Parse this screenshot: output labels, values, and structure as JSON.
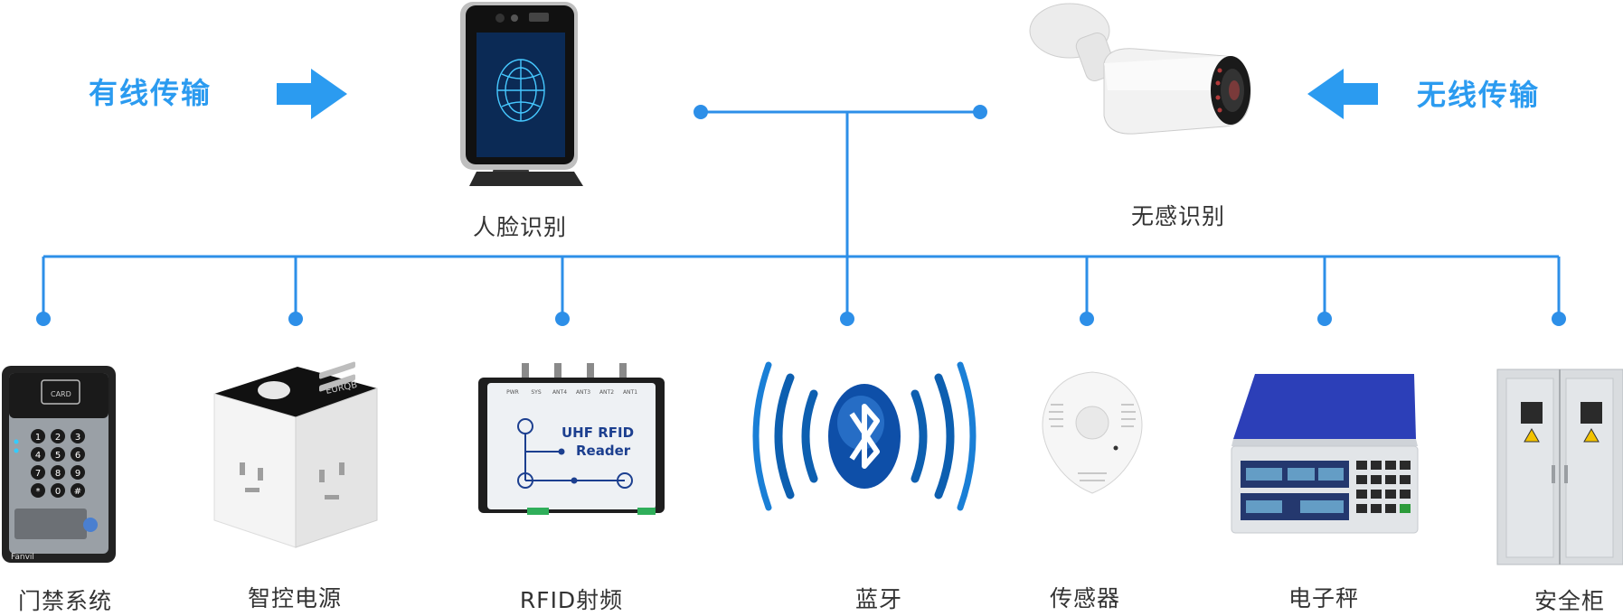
{
  "colors": {
    "accent": "#2b9bf0",
    "line": "#2d8fe8",
    "text": "#333333"
  },
  "transmission": {
    "wired_label": "有线传输",
    "wireless_label": "无线传输"
  },
  "top_devices": [
    {
      "id": "face",
      "label": "人脸识别",
      "icon": "face-recognition-terminal-icon"
    },
    {
      "id": "camera",
      "label": "无感识别",
      "icon": "bullet-camera-icon"
    }
  ],
  "bottom_devices": [
    {
      "id": "access",
      "label": "门禁系统",
      "icon": "access-control-keypad-icon"
    },
    {
      "id": "power",
      "label": "智控电源",
      "icon": "smart-power-cube-icon"
    },
    {
      "id": "rfid",
      "label": "RFID射频",
      "icon": "rfid-reader-icon"
    },
    {
      "id": "bt",
      "label": "蓝牙",
      "icon": "bluetooth-icon"
    },
    {
      "id": "sensor",
      "label": "传感器",
      "icon": "sensor-icon"
    },
    {
      "id": "scale",
      "label": "电子秤",
      "icon": "electronic-scale-icon"
    },
    {
      "id": "cabinet",
      "label": "安全柜",
      "icon": "safety-cabinet-icon"
    }
  ],
  "device_text": {
    "rfid_title_1": "UHF RFID",
    "rfid_title_2": "Reader",
    "rfid_ports": [
      "PWR",
      "SYS",
      "ANT4",
      "ANT3",
      "ANT2",
      "ANT1"
    ],
    "card_text": "CARD",
    "keypad_keys": [
      "1",
      "2",
      "3",
      "4",
      "5",
      "6",
      "7",
      "8",
      "9",
      "*",
      "0",
      "#"
    ],
    "keypad_brand": "Fanvil",
    "power_brand": "EURQB"
  }
}
